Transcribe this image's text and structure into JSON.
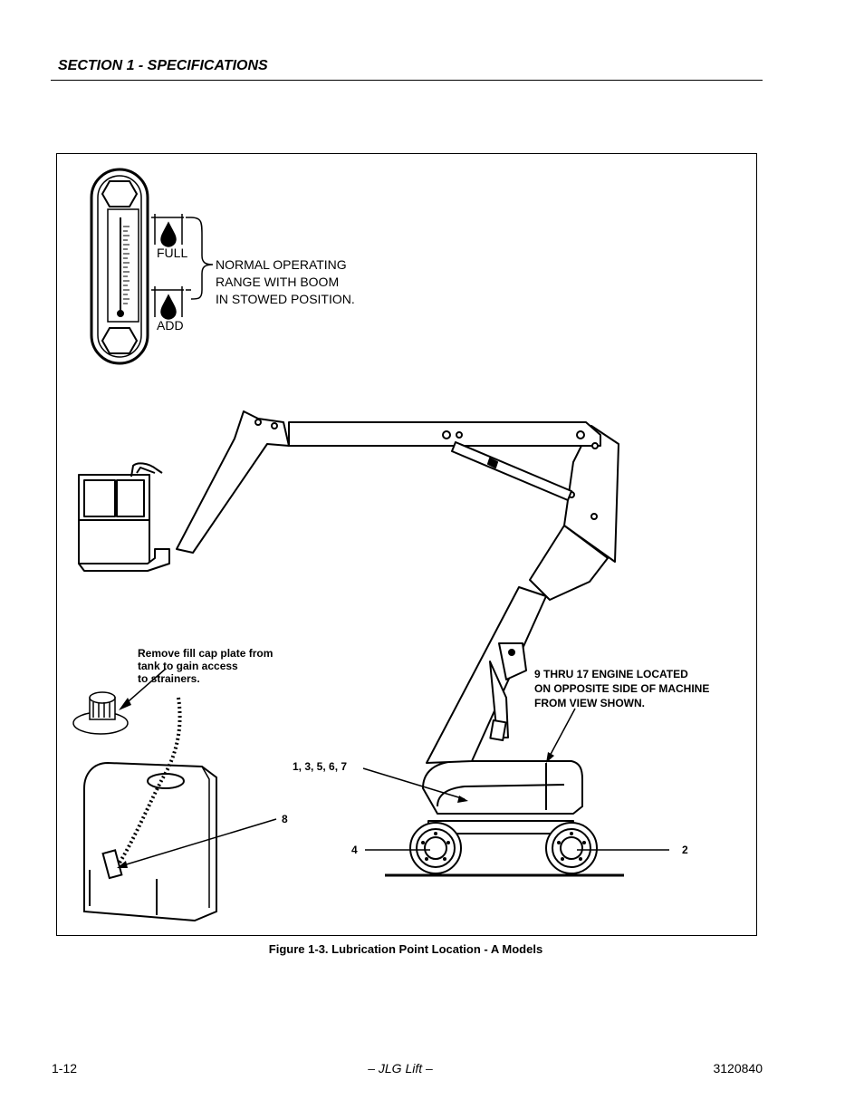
{
  "header": {
    "section_title": "SECTION 1 - SPECIFICATIONS"
  },
  "figure": {
    "caption": "Figure 1-3.  Lubrication Point Location - A Models",
    "gauge": {
      "full_label": "FULL",
      "add_label": "ADD",
      "range_note": [
        "NORMAL OPERATING",
        "RANGE WITH BOOM",
        "IN STOWED POSITION."
      ]
    },
    "tank_note": [
      "Remove fill cap plate from",
      "tank to gain access",
      "to strainers."
    ],
    "engine_note": [
      "9 THRU 17 ENGINE LOCATED",
      "ON OPPOSITE SIDE OF MACHINE",
      "FROM VIEW SHOWN."
    ],
    "callouts": {
      "turntable": "1, 3, 5, 6, 7",
      "tank": "8",
      "rear_wheel": "4",
      "front_wheel": "2"
    },
    "icons": [
      "sight-gauge-icon",
      "oil-drop-icon",
      "aerial-lift-icon",
      "hydraulic-tank-icon",
      "fill-cap-icon"
    ]
  },
  "footer": {
    "page_number": "1-12",
    "publisher": "– JLG Lift –",
    "doc_number": "3120840"
  }
}
